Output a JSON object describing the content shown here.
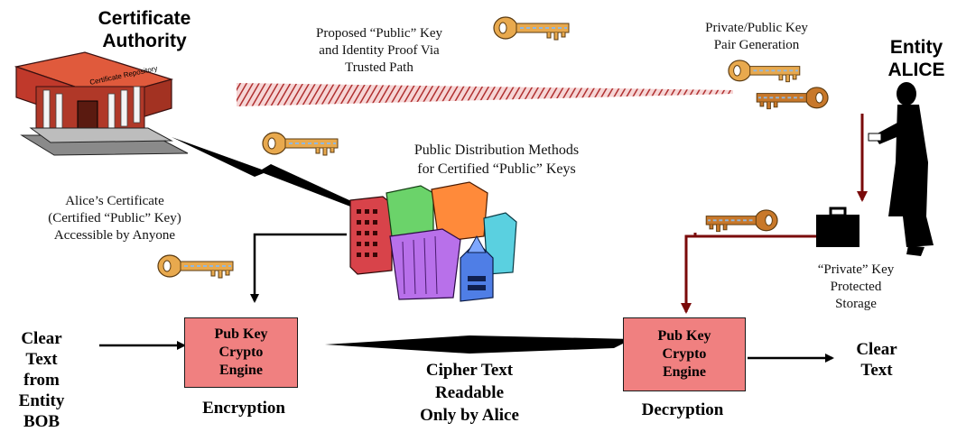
{
  "ca": {
    "title_line1": "Certificate",
    "title_line2": "Authority",
    "building_sign": "Certificate Repository"
  },
  "alice": {
    "title_line1": "Entity",
    "title_line2": "ALICE"
  },
  "proposed": {
    "line1": "Proposed “Public” Key",
    "line2": "and Identity Proof Via",
    "line3": "Trusted Path"
  },
  "keypair": {
    "line1": "Private/Public Key",
    "line2": "Pair Generation"
  },
  "public_distribution": {
    "line1": "Public Distribution Methods",
    "line2": "for  Certified “Public” Keys"
  },
  "alice_certificate": {
    "line1": "Alice’s Certificate",
    "line2": "(Certified “Public” Key)",
    "line3": "Accessible by Anyone"
  },
  "private_storage": {
    "line1": "“Private” Key",
    "line2": "Protected",
    "line3": "Storage"
  },
  "clear_text_bob": {
    "line1": "Clear",
    "line2": "Text",
    "line3": "from",
    "line4": "Entity",
    "line5": "BOB"
  },
  "engine_encrypt": {
    "line1": "Pub Key",
    "line2": "Crypto",
    "line3": "Engine",
    "caption": "Encryption"
  },
  "engine_decrypt": {
    "line1": "Pub Key",
    "line2": "Crypto",
    "line3": "Engine",
    "caption": "Decryption"
  },
  "cipher_text": {
    "line1": "Cipher Text",
    "line2": "Readable",
    "line3": "Only by Alice"
  },
  "clear_text_out": {
    "line1": "Clear",
    "line2": "Text"
  },
  "colors": {
    "engine_fill": "#f08080",
    "arrow_dark_red": "#7a0a0a",
    "trusted_path": "#b03030",
    "key_public": "#e8a94e",
    "key_private": "#c8782a",
    "building_red": "#c0392b"
  },
  "icons": [
    "certificate-repository-building-icon",
    "alice-figure-icon",
    "briefcase-icon",
    "office-buildings-icon",
    "key-icon"
  ]
}
